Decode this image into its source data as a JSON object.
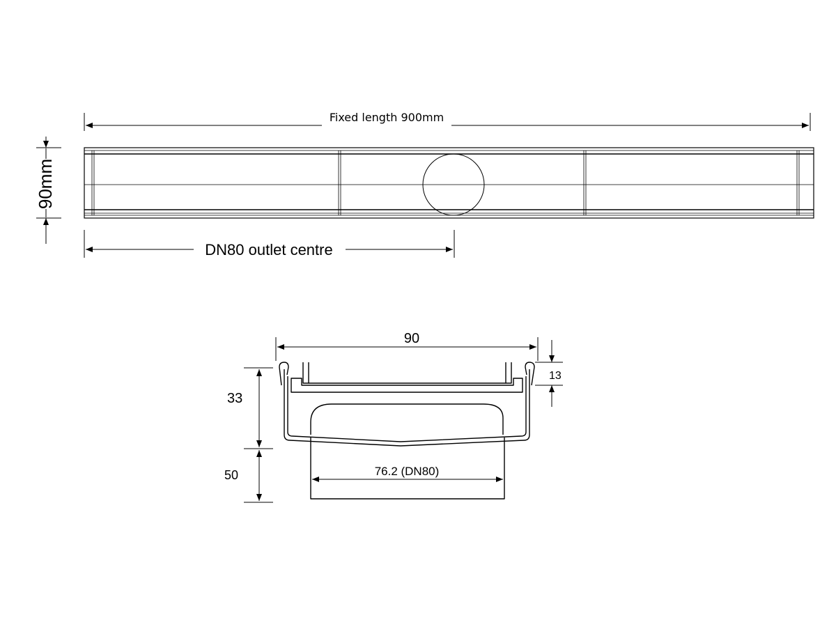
{
  "plan_view": {
    "length_label": "Fixed length 900mm",
    "width_label": "90mm",
    "outlet_label": "DN80 outlet centre"
  },
  "section_view": {
    "width_label": "90",
    "flange_label": "13",
    "depth_label": "33",
    "outlet_height_label": "50",
    "outlet_diameter_label": "76.2 (DN80)"
  }
}
